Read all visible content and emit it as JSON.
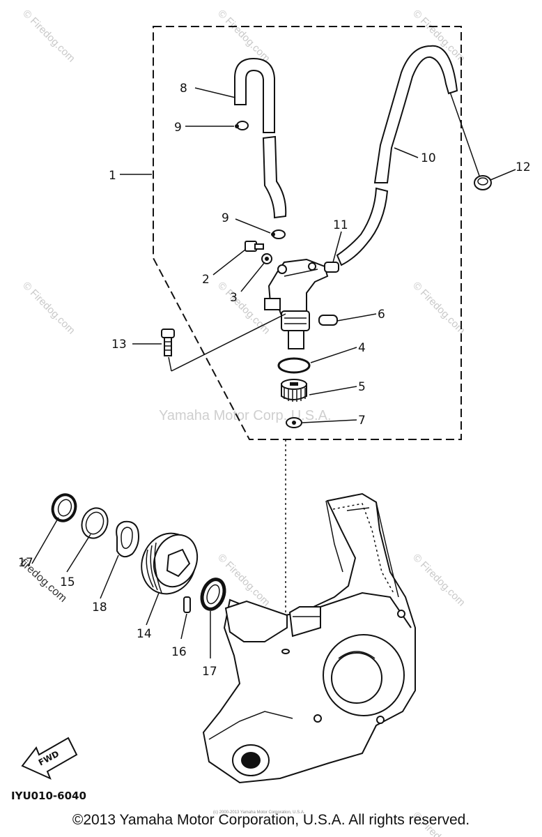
{
  "callouts": {
    "c1": "1",
    "c2": "2",
    "c3": "3",
    "c4": "4",
    "c5": "5",
    "c6": "6",
    "c7a": "7",
    "c7b": "7",
    "c7c": "17",
    "c8": "8",
    "c9a": "9",
    "c9b": "9",
    "c10": "10",
    "c11": "11",
    "c12": "12",
    "c13": "13",
    "c14": "14",
    "c15": "15",
    "c16": "16",
    "c17": "17",
    "c18": "18"
  },
  "diagram_code": "IYU010-6040",
  "fwd_label": "FWD",
  "watermarks": {
    "site": "© Firedog.com",
    "center": "Yamaha Motor Corp. U.S.A.",
    "corner": "firedog.com"
  },
  "fine_print": "(c) 2000-2013 Yamaha Motor Corporation, U.S.A.",
  "copyright": "©2013 Yamaha Motor Corporation, U.S.A. All rights reserved."
}
